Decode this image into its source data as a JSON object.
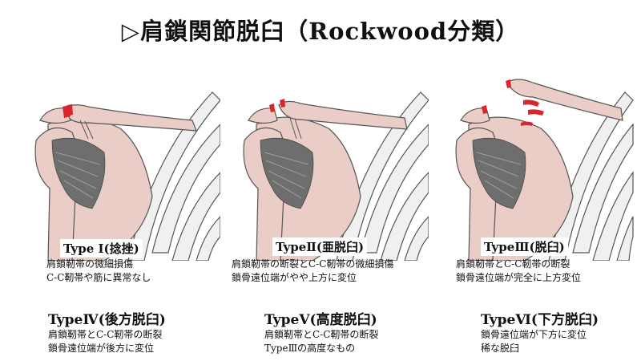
{
  "title": "▷肩鎖関節脱臼（Rockwood分類）",
  "types": [
    {
      "label": "Type Ⅰ(捻挫)",
      "lines": [
        "肩鎖靭帯の微細損傷",
        "C-C靭帯や筋に異常なし"
      ]
    },
    {
      "label": "TypeⅡ(亜脱臼)",
      "lines": [
        "肩鎖靭帯の断裂とC-C靭帯の微細損傷",
        "鎖骨遠位端がやや上方に変位"
      ]
    },
    {
      "label": "TypeⅢ(脱臼)",
      "lines": [
        "肩鎖靭帯とC-C靭帯の断裂",
        "鎖骨遠位端が完全に上方変位"
      ]
    },
    {
      "label": "TypeⅣ(後方脱臼)",
      "lines": [
        "肩鎖靭帯とC-C靭帯の断裂",
        "鎖骨遠位端が後方に変位"
      ]
    },
    {
      "label": "TypeⅤ(高度脱臼)",
      "lines": [
        "肩鎖靭帯とC-C靭帯の断裂",
        "TypeⅢの高度なもの"
      ]
    },
    {
      "label": "TypeⅥ(下方脱臼)",
      "lines": [
        "鎖骨遠位端が下方に変位",
        "稀な脱臼"
      ]
    }
  ],
  "colors": {
    "bone": "#e9cdc6",
    "bone_stroke": "#555555",
    "muscle": "#6e6e6e",
    "rib": "#f0f0f0",
    "ligament": "#d8262e"
  }
}
